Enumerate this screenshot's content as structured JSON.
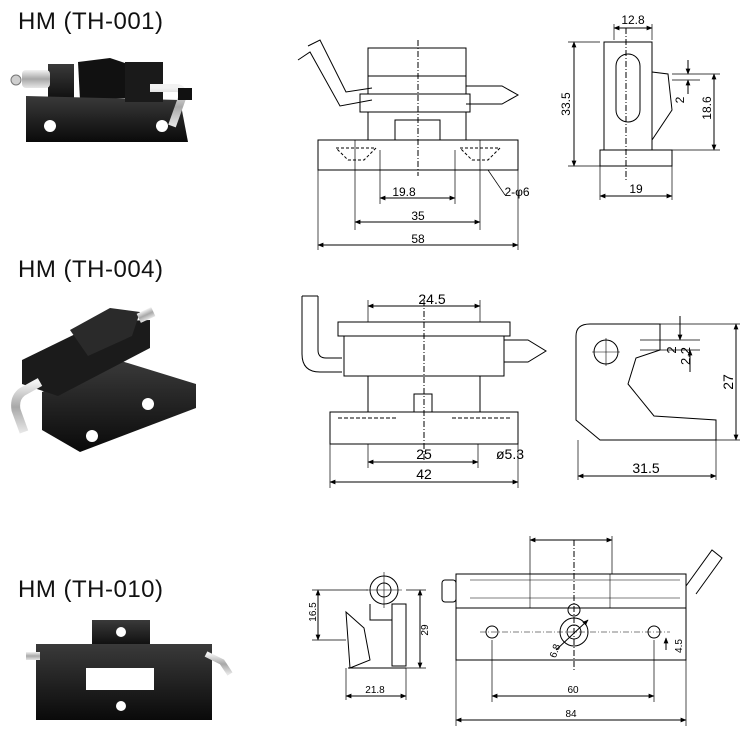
{
  "products": [
    {
      "title": "HM (TH-001)",
      "dims": {
        "pin_width": "12.8",
        "height_total": "33.5",
        "offset_small": "2",
        "height_mid": "18.6",
        "center": "19.8",
        "hole": "2-φ6",
        "span": "35",
        "length": "58",
        "depth": "19"
      }
    },
    {
      "title": "HM (TH-004)",
      "dims": {
        "top_width": "24.5",
        "offset_a": "2",
        "offset_b": "2.2",
        "height": "27",
        "hole_span": "25",
        "hole_dia": "ø5.3",
        "length": "42",
        "depth": "31.5"
      }
    },
    {
      "title": "HM (TH-010)",
      "dims": {
        "pin_height": "16.5",
        "height": "29",
        "depth": "21.8",
        "hole_span": "60",
        "length": "84",
        "hole_a": "6.8",
        "hole_b": "4.5"
      }
    }
  ],
  "colors": {
    "line": "#000000",
    "hinge_black": "#161616",
    "pin_metal": "#b8b8b8"
  }
}
